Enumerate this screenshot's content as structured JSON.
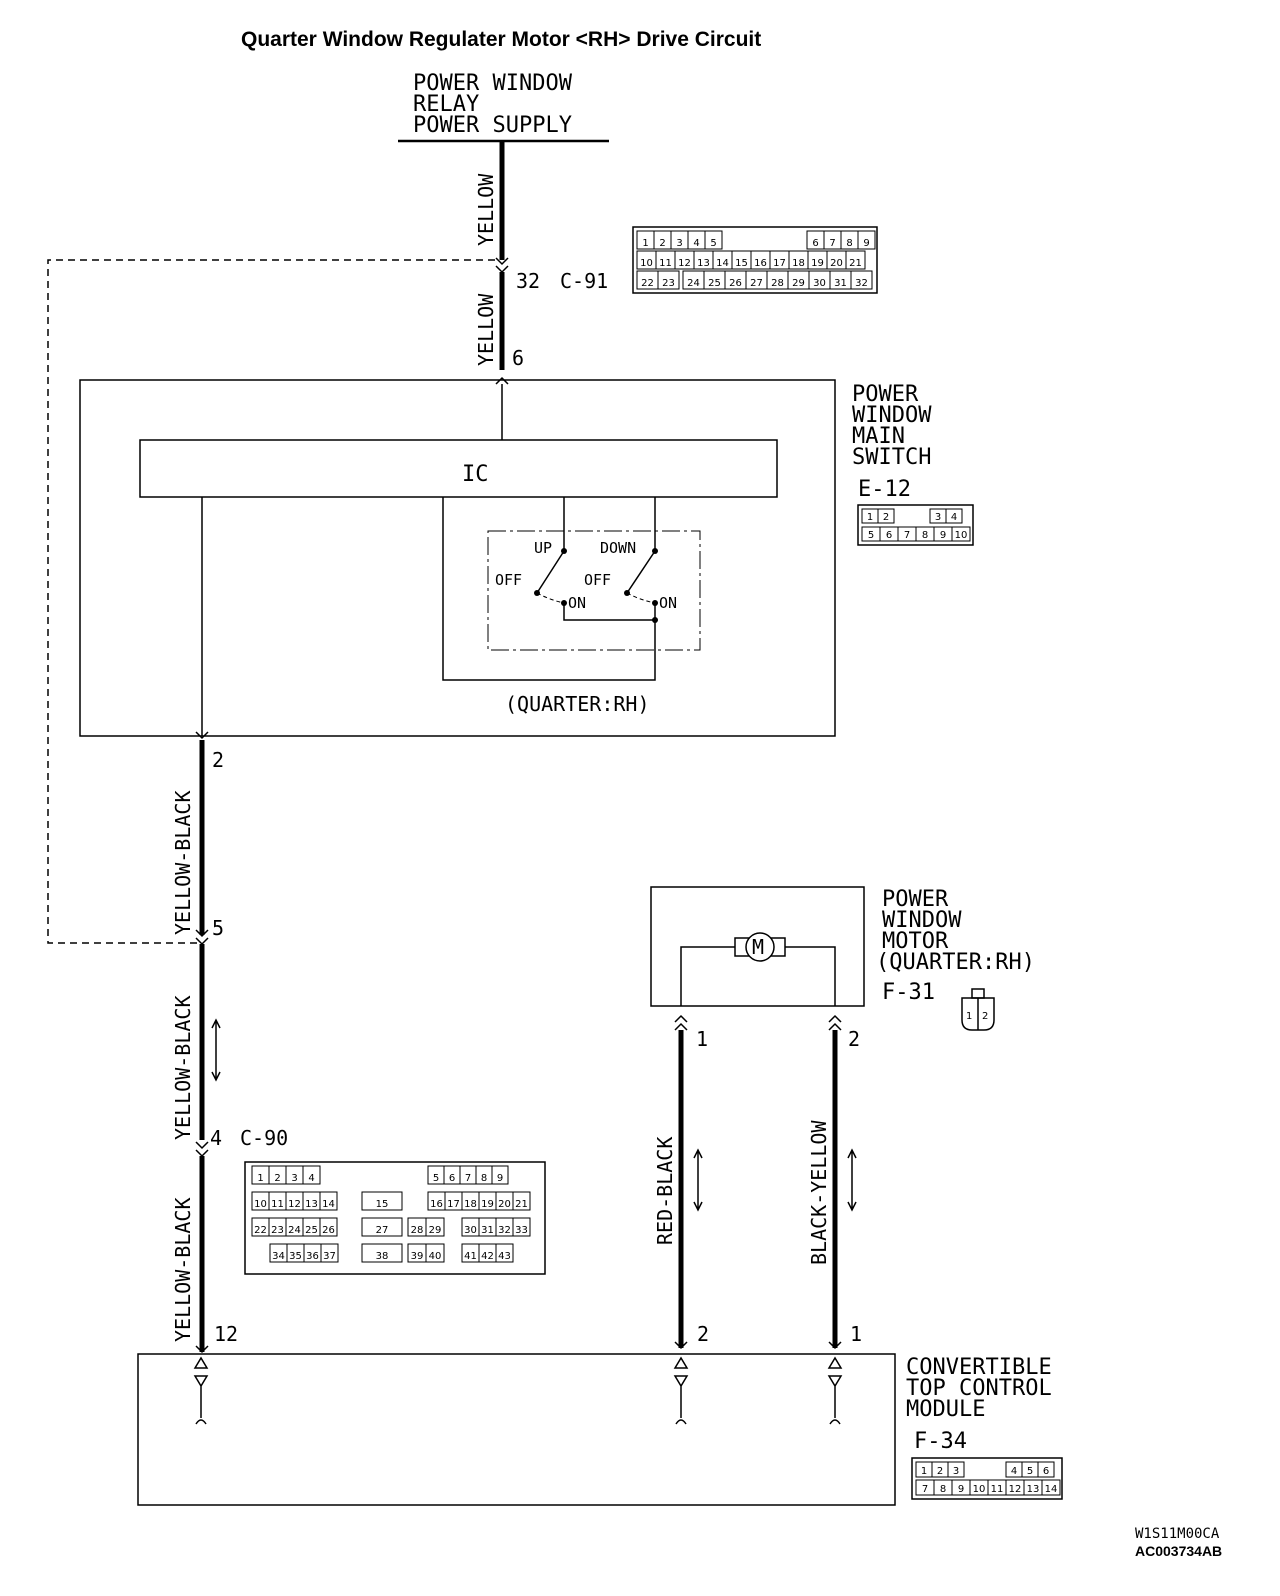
{
  "title": "Quarter Window Regulater Motor <RH> Drive Circuit",
  "power_supply": {
    "line1": "POWER WINDOW",
    "line2": "RELAY",
    "line3": "POWER SUPPLY"
  },
  "main_switch": {
    "line1": "POWER",
    "line2": "WINDOW",
    "line3": "MAIN",
    "line4": "SWITCH",
    "connector": "E-12",
    "ic_label": "IC",
    "sub_label": "(QUARTER:RH)",
    "up": "UP",
    "down": "DOWN",
    "off": "OFF",
    "on": "ON",
    "pins": {
      "in": "6",
      "out": "2"
    }
  },
  "motor": {
    "line1": "POWER",
    "line2": "WINDOW",
    "line3": "MOTOR",
    "line4": "(QUARTER:RH)",
    "connector": "F-31",
    "symbol": "M",
    "pins": {
      "left": "1",
      "right": "2"
    }
  },
  "module": {
    "line1": "CONVERTIBLE",
    "line2": "TOP CONTROL",
    "line3": "MODULE",
    "connector": "F-34",
    "pins": {
      "left": "12",
      "mid": "2",
      "right": "1"
    }
  },
  "c91": {
    "pin": "32",
    "label": "C-91"
  },
  "c90": {
    "pin": "4",
    "label": "C-90"
  },
  "junction_pin": "5",
  "wires": {
    "yellow_top": "YELLOW",
    "yellow_mid": "YELLOW",
    "yb1": "YELLOW-BLACK",
    "yb2": "YELLOW-BLACK",
    "yb3": "YELLOW-BLACK",
    "red_black": "RED-BLACK",
    "black_yellow": "BLACK-YELLOW"
  },
  "codes": {
    "line1": "W1S11M00CA",
    "line2": "AC003734AB"
  },
  "connector_pinouts": {
    "c91": [
      [
        "1",
        "2",
        "3",
        "4",
        "5",
        "6",
        "7",
        "8",
        "9"
      ],
      [
        "10",
        "11",
        "12",
        "13",
        "14",
        "15",
        "16",
        "17",
        "18",
        "19",
        "20",
        "21"
      ],
      [
        "22",
        "23",
        "24",
        "25",
        "26",
        "27",
        "28",
        "29",
        "30",
        "31",
        "32"
      ]
    ],
    "e12": [
      [
        "1",
        "2",
        "3",
        "4"
      ],
      [
        "5",
        "6",
        "7",
        "8",
        "9",
        "10"
      ]
    ],
    "f31": [
      "1",
      "2"
    ],
    "f34": [
      [
        "1",
        "2",
        "3",
        "4",
        "5",
        "6"
      ],
      [
        "7",
        "8",
        "9",
        "10",
        "11",
        "12",
        "13",
        "14"
      ]
    ],
    "c90": [
      [
        "1",
        "2",
        "3",
        "4",
        "5",
        "6",
        "7",
        "8",
        "9"
      ],
      [
        "10",
        "11",
        "12",
        "13",
        "14",
        "15",
        "16",
        "17",
        "18",
        "19",
        "20",
        "21"
      ],
      [
        "22",
        "23",
        "24",
        "25",
        "26",
        "27",
        "28",
        "29",
        "30",
        "31",
        "32",
        "33"
      ],
      [
        "34",
        "35",
        "36",
        "37",
        "38",
        "39",
        "40",
        "41",
        "42",
        "43"
      ]
    ]
  }
}
